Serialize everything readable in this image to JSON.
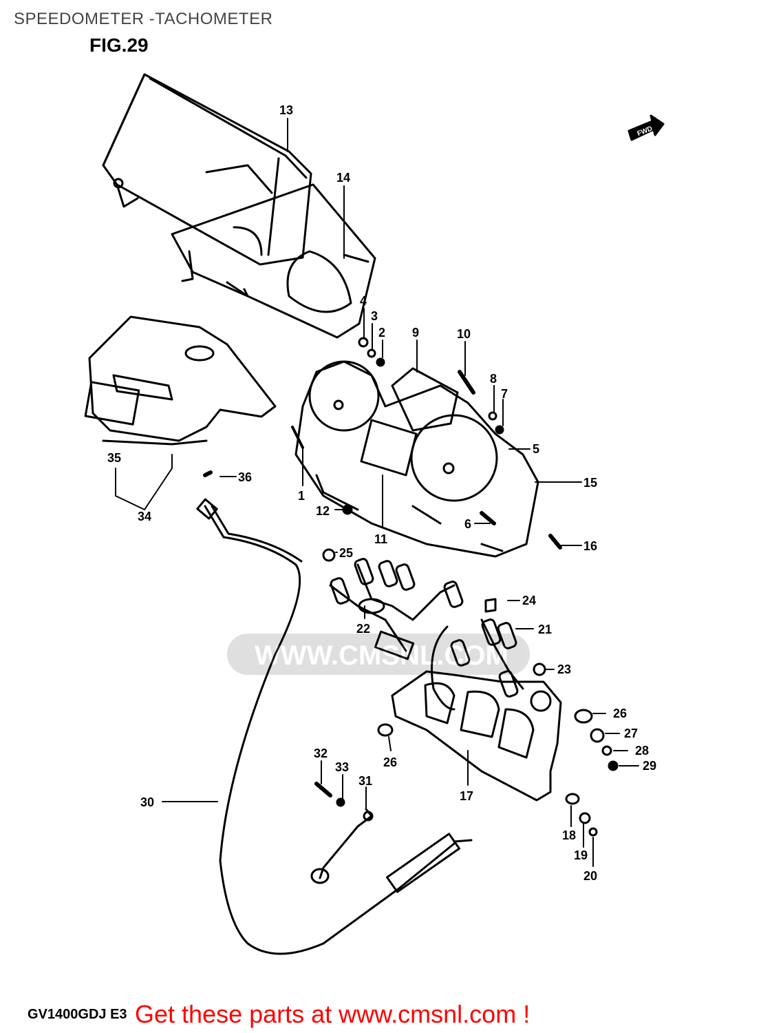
{
  "header": {
    "title": "SPEEDOMETER -TACHOMETER",
    "figure": "FIG.29"
  },
  "footer": {
    "model_code": "GV1400GDJ E3",
    "promo": "Get these parts at www.cmsnl.com !"
  },
  "fwd_marker": "FWD",
  "watermark": "WWW.CMSNL.COM",
  "callouts": {
    "c1": "1",
    "c2": "2",
    "c3": "3",
    "c4": "4",
    "c5": "5",
    "c6": "6",
    "c7": "7",
    "c8": "8",
    "c9": "9",
    "c10": "10",
    "c11": "11",
    "c12": "12",
    "c13": "13",
    "c14": "14",
    "c15": "15",
    "c16": "16",
    "c17": "17",
    "c18": "18",
    "c19": "19",
    "c20": "20",
    "c21": "21",
    "c22": "22",
    "c23": "23",
    "c24": "24",
    "c25": "25",
    "c26a": "26",
    "c26b": "26",
    "c27": "27",
    "c28": "28",
    "c29": "29",
    "c30": "30",
    "c31": "31",
    "c32": "32",
    "c33": "33",
    "c34": "34",
    "c35": "35",
    "c36": "36"
  }
}
